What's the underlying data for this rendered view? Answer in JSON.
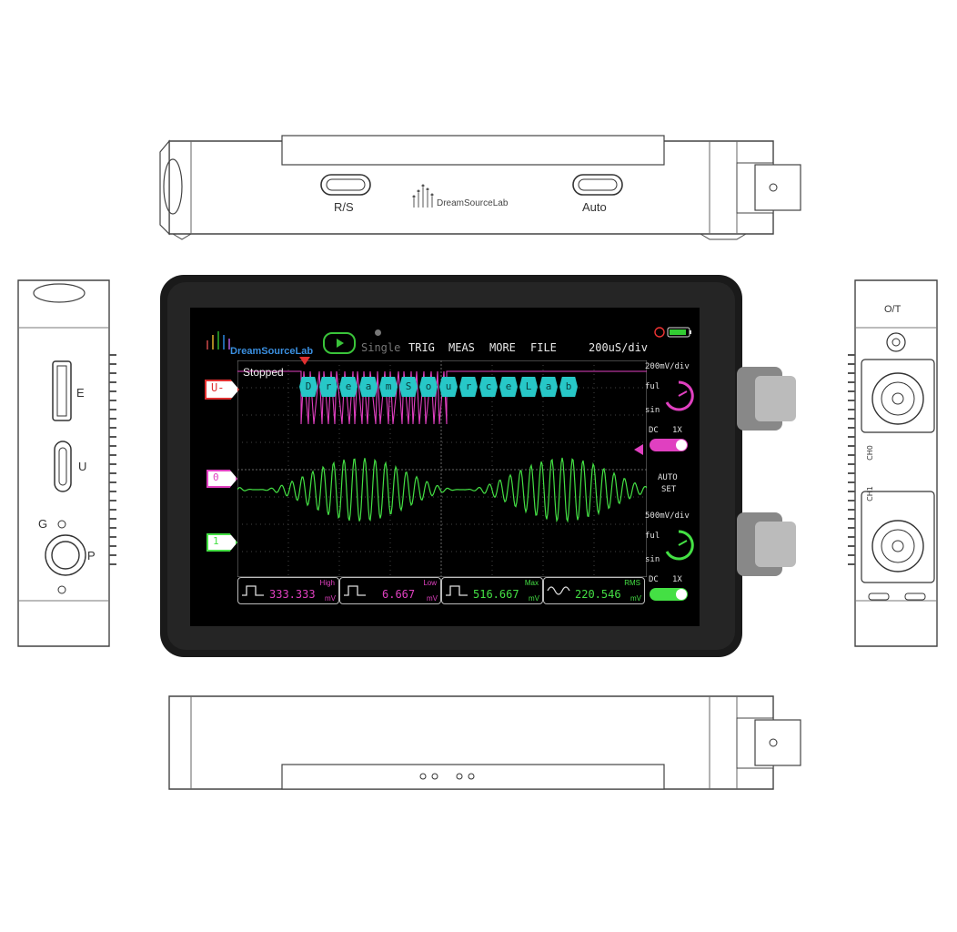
{
  "top_view": {
    "rs_label": "R/S",
    "auto_label": "Auto",
    "brand": "DreamSourceLab"
  },
  "left_view": {
    "e_label": "E",
    "u_label": "U",
    "g_label": "G",
    "p_label": "P"
  },
  "right_view": {
    "ot_label": "O/T",
    "ch0_label": "CH0",
    "ch1_label": "CH1"
  },
  "screen": {
    "brand": "DreamSourceLab",
    "menu": {
      "single": "Single",
      "trig": "TRIG",
      "meas": "MEAS",
      "more": "MORE",
      "file": "FILE"
    },
    "timebase": "200uS/div",
    "status": "Stopped",
    "decoder_label": "U-",
    "ch0_marker": "0",
    "ch1_marker": "1",
    "decoded_chars": [
      "D",
      "r",
      "e",
      "a",
      "m",
      "S",
      "o",
      "u",
      "r",
      "c",
      "e",
      "L",
      "a",
      "b"
    ],
    "ch0": {
      "volts": "200mV/div",
      "mode1": "ful",
      "mode2": "sin",
      "coupling": "DC",
      "probe": "1X"
    },
    "autoset": [
      "AUTO",
      "SET"
    ],
    "ch1": {
      "volts": "500mV/div",
      "mode1": "ful",
      "mode2": "sin",
      "coupling": "DC",
      "probe": "1X"
    },
    "measurements": [
      {
        "label": "High",
        "value": "333.333",
        "unit": "mV"
      },
      {
        "label": "Low",
        "value": "6.667",
        "unit": "mV"
      },
      {
        "label": "Max",
        "value": "516.667",
        "unit": "mV"
      },
      {
        "label": "RMS",
        "value": "220.546",
        "unit": "mV"
      }
    ]
  },
  "colors": {
    "ch0": "#e040c0",
    "ch1": "#44e044",
    "decoder": "#27c7c7",
    "trigger": "#e03030"
  }
}
